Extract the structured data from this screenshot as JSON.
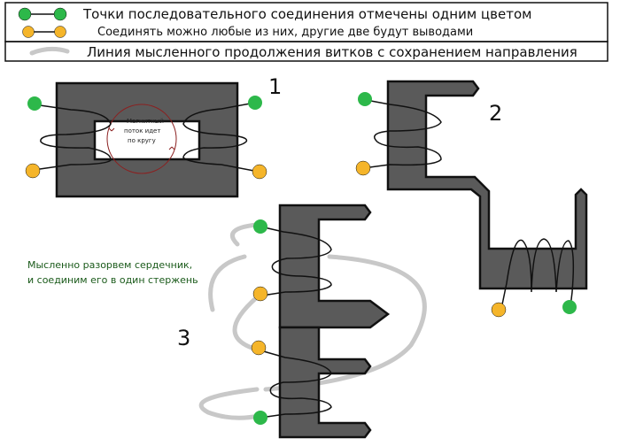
{
  "legend": {
    "line1": "Точки последовательного соединения отмечены одним цветом",
    "line2": "Соединять можно любые из них, другие две будут выводами",
    "line3": "Линия мысленного продолжения витков с сохранением направления"
  },
  "labels": {
    "num1": "1",
    "num2": "2",
    "num3": "3"
  },
  "flux_text": [
    "Магнитный",
    "поток идет",
    "по кругу"
  ],
  "note": {
    "line1": "Мысленно разорвем сердечник,",
    "line2": "и соединим его в один стержень"
  },
  "colors": {
    "core": "#5a5a5a",
    "green": "#2db84a",
    "orange": "#f5b52a",
    "wire": "#111111",
    "gray_wire": "#c8c8c8",
    "flux": "#8b2020",
    "note": "#1a5a1a"
  }
}
